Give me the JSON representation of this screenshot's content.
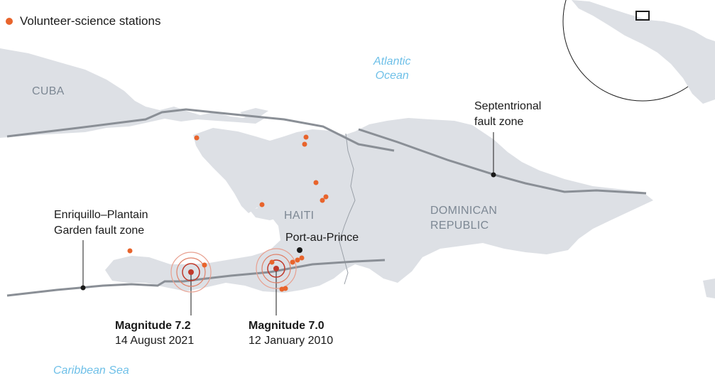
{
  "legend": {
    "label": "Volunteer-science stations",
    "color": "#e8642c"
  },
  "labels": {
    "cuba": "CUBA",
    "haiti": "HAITI",
    "dominican_line1": "DOMINICAN",
    "dominican_line2": "REPUBLIC",
    "atlantic_line1": "Atlantic",
    "atlantic_line2": "Ocean",
    "caribbean": "Caribbean Sea",
    "port_au_prince": "Port-au-Prince"
  },
  "faults": {
    "septentrional_line1": "Septentrional",
    "septentrional_line2": "fault zone",
    "enriquillo_line1": "Enriquillo–Plantain",
    "enriquillo_line2": "Garden fault zone"
  },
  "earthquakes": [
    {
      "magnitude": "Magnitude 7.2",
      "date": "14 August 2021"
    },
    {
      "magnitude": "Magnitude 7.0",
      "date": "12 January 2010"
    }
  ],
  "colors": {
    "land": "#dde0e5",
    "fault": "#8a8f96",
    "station": "#e8642c",
    "epicenter": "#c0392b",
    "water_label": "#6fc0e8"
  }
}
